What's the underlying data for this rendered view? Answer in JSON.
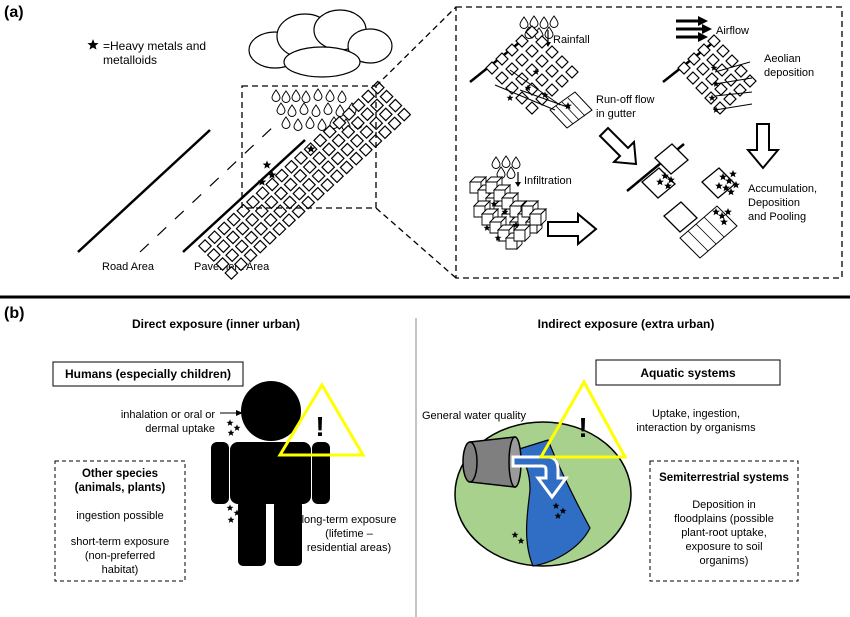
{
  "panel_a": {
    "label": "(a)",
    "legend": {
      "icon": "heavy-metal-star-icon",
      "line1": "=Heavy metals and",
      "line2": "metalloids"
    },
    "road_label": "Road Area",
    "pavement_label": "Pavement Area",
    "rainfall": "Rainfall",
    "airflow": "Airflow",
    "aeolian_1": "Aeolian",
    "aeolian_2": "deposition",
    "runoff_1": "Run-off flow",
    "runoff_2": "in gutter",
    "infiltration": "Infiltration",
    "accum_1": "Accumulation,",
    "accum_2": "Deposition",
    "accum_3": "and Pooling"
  },
  "panel_b": {
    "label": "(b)",
    "direct": {
      "title": "Direct exposure (inner urban)",
      "humans_box": "Humans (especially children)",
      "uptake_1": "inhalation or oral or",
      "uptake_2": "dermal uptake",
      "other_title_1": "Other species",
      "other_title_2": "(animals, plants)",
      "ingestion": "ingestion possible",
      "short_1": "short-term exposure",
      "short_2": "(non-preferred",
      "short_3": "habitat)",
      "long_1": "long-term exposure",
      "long_2": "(lifetime –",
      "long_3": "residential areas)",
      "warning": "!"
    },
    "indirect": {
      "title": "Indirect exposure (extra urban)",
      "aquatic_box": "Aquatic systems",
      "water_quality": "General water quality",
      "uptake_1": "Uptake, ingestion,",
      "uptake_2": "interaction by organisms",
      "semi_title": "Semiterrestrial systems",
      "dep_1": "Deposition in",
      "dep_2": "floodplains (possible",
      "dep_3": "plant-root uptake,",
      "dep_4": "exposure to soil",
      "dep_5": "organims)",
      "warning": "!"
    }
  },
  "colors": {
    "warning_yellow": "#ffff00",
    "river_blue": "#2f6ec4",
    "floodplain_green": "#a9d18e",
    "pipe_gray": "#7f7f7f"
  }
}
